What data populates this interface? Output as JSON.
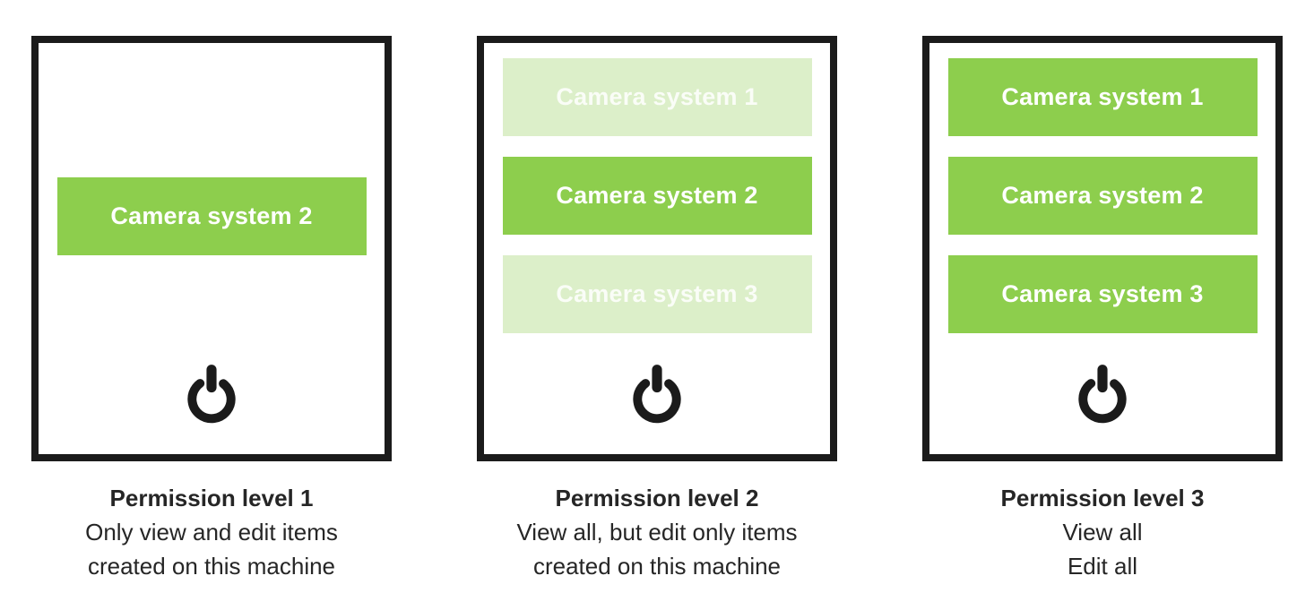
{
  "colors": {
    "active_green": "#8DCE4D",
    "inactive_green": "#DCEFC9",
    "frame_black": "#1B1B1B",
    "text_dark": "#262626",
    "button_text": "#FFFFFF"
  },
  "icons": {
    "power": "power-icon"
  },
  "panels": [
    {
      "buttons": [
        {
          "label": "Camera system 2",
          "state": "bright"
        }
      ],
      "caption": {
        "title": "Permission level 1",
        "line1": "Only view and edit items",
        "line2": "created on this machine"
      }
    },
    {
      "buttons": [
        {
          "label": "Camera system 1",
          "state": "pale"
        },
        {
          "label": "Camera system 2",
          "state": "bright"
        },
        {
          "label": "Camera system 3",
          "state": "pale"
        }
      ],
      "caption": {
        "title": "Permission level 2",
        "line1": "View all, but edit only items",
        "line2": "created on this machine"
      }
    },
    {
      "buttons": [
        {
          "label": "Camera system 1",
          "state": "bright"
        },
        {
          "label": "Camera system 2",
          "state": "bright"
        },
        {
          "label": "Camera system 3",
          "state": "bright"
        }
      ],
      "caption": {
        "title": "Permission level 3",
        "line1": "View all",
        "line2": "Edit all"
      }
    }
  ]
}
